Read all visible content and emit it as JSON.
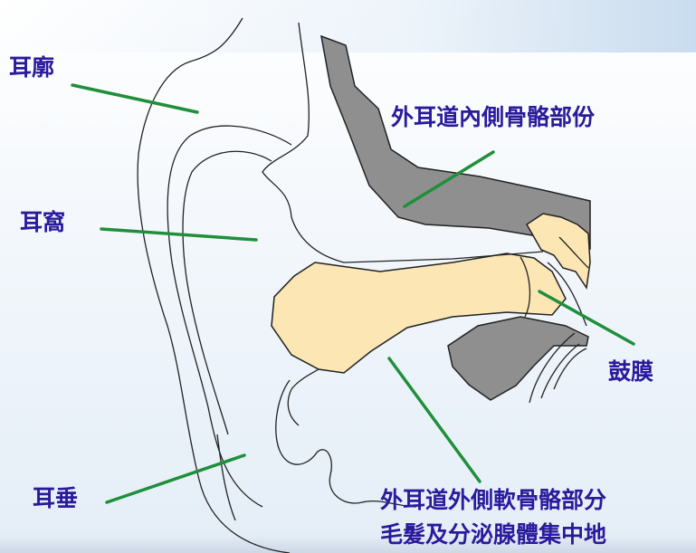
{
  "labels": {
    "pinna": "耳廓",
    "concha": "耳窩",
    "lobule": "耳垂",
    "bony_canal": "外耳道內側骨骼部份",
    "eardrum": "鼓膜",
    "cartilage_canal_line1": "外耳道外側軟骨骼部分",
    "cartilage_canal_line2": "毛髮及分泌腺體集中地"
  },
  "colors": {
    "label_text": "#2a1a9c",
    "leader_line": "#1f8f3a",
    "bone": "#8f8f8f",
    "cartilage": "#fbe6b4",
    "outline": "#222222"
  }
}
